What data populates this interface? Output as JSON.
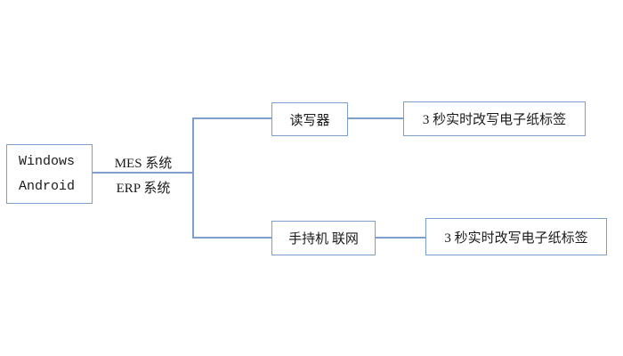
{
  "diagram": {
    "background_color": "#ffffff",
    "line_color": "#7e9fcb",
    "text_color": "#1a1a1a",
    "source_node": {
      "lines": [
        "Windows",
        "Android"
      ]
    },
    "edge_labels": {
      "top": "MES 系统",
      "bottom": "ERP 系统"
    },
    "branch_top": {
      "node": "读写器",
      "result": "3 秒实时改写电子纸标签"
    },
    "branch_bottom": {
      "node": "手持机 联网",
      "result": "3 秒实时改写电子纸标签"
    }
  }
}
